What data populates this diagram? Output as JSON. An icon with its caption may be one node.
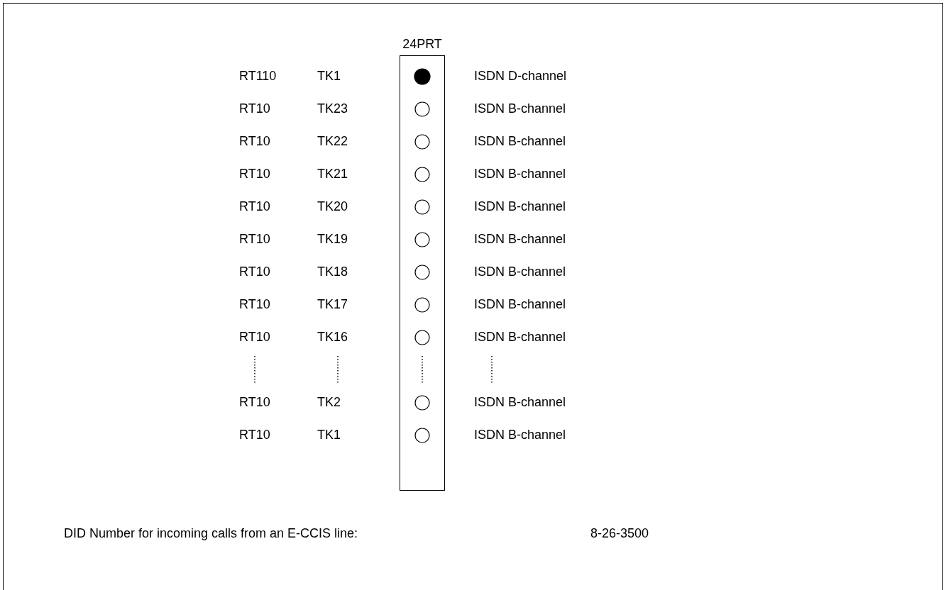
{
  "diagram": {
    "nodes": [
      {
        "text": [
          "24PRT"
        ]
      }
    ],
    "labels": [
      "RT110",
      "TK1",
      "ISDN D-channel",
      "RT10",
      "TK23",
      "ISDN B-channel",
      "RT10",
      "TK22",
      "ISDN B-channel",
      "RT10",
      "TK21",
      "ISDN B-channel",
      "RT10",
      "TK20",
      "ISDN B-channel",
      "RT10",
      "TK19",
      "ISDN B-channel",
      "RT10",
      "TK18",
      "ISDN B-channel",
      "RT10",
      "TK17",
      "ISDN B-channel",
      "RT10",
      "TK16",
      "ISDN B-channel",
      "RT10",
      "TK2",
      "ISDN B-channel",
      "RT10",
      "TK1",
      "ISDN B-channel",
      "DID Number for incoming calls from an E-CCIS line:",
      "8-26-3500"
    ]
  }
}
